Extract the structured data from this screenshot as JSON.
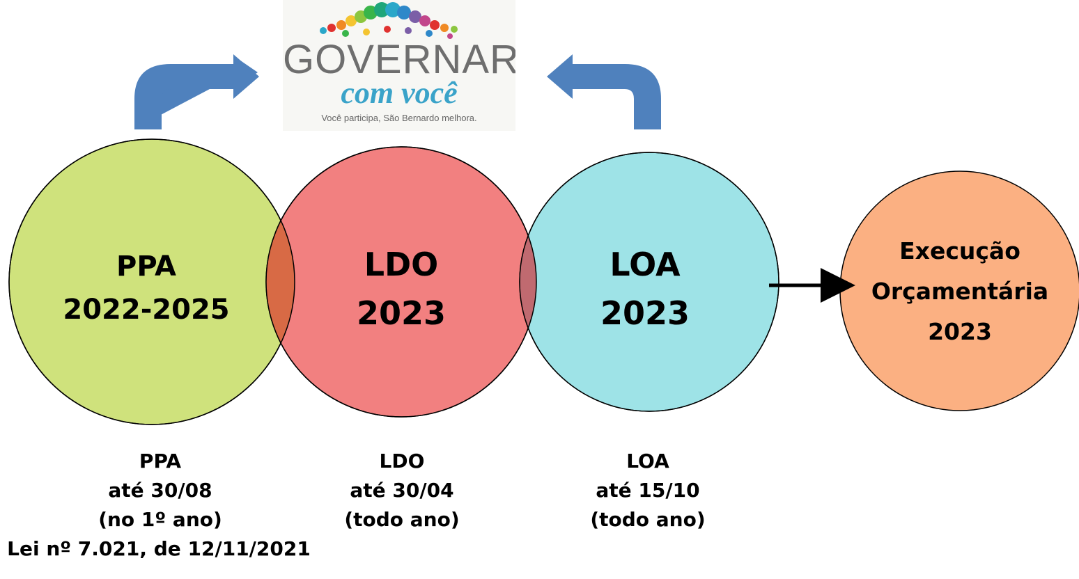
{
  "logo": {
    "title": "GOVERNAR",
    "subtitle": "com você",
    "tagline": "Você participa, São Bernardo melhora."
  },
  "circles": [
    {
      "line1": "PPA",
      "line2": "2022-2025",
      "color": "#cfe27c"
    },
    {
      "line1": "LDO",
      "line2": "2023",
      "color": "#f28080"
    },
    {
      "line1": "LOA",
      "line2": "2023",
      "color": "#9ee3e7"
    },
    {
      "line1": "Execução",
      "line2": "Orçamentária",
      "line3": "2023",
      "color": "#fbb082"
    }
  ],
  "captions": [
    {
      "lines": [
        "PPA",
        "até 30/08",
        "(no 1º ano)",
        "Lei nº 7.021, de 12/11/2021"
      ]
    },
    {
      "lines": [
        "LDO",
        "até 30/04",
        "(todo ano)"
      ]
    },
    {
      "lines": [
        "LOA",
        "até 15/10",
        "(todo ano)"
      ]
    }
  ],
  "colors": {
    "arrow_blue": "#4f81bd",
    "overlap_ppa_ldo": "#d86a45",
    "overlap_ldo_loa": "#c06a70"
  }
}
